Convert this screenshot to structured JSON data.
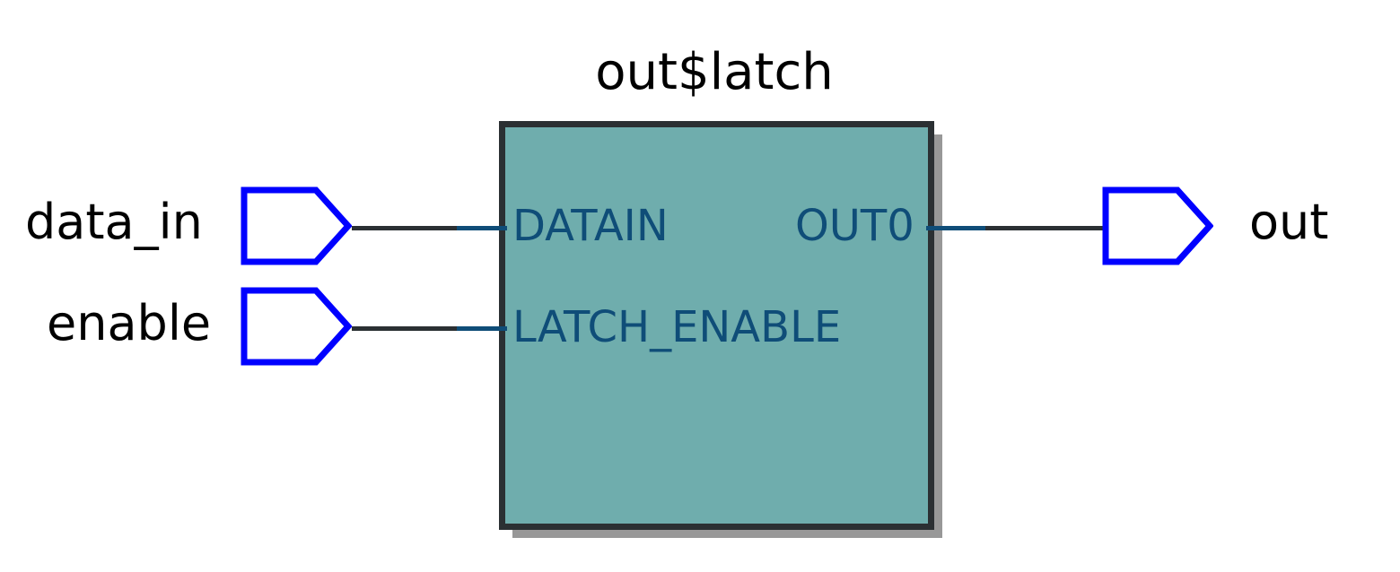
{
  "diagram": {
    "type": "rtl-schematic",
    "instance_name": "out$latch",
    "module_fill_color": "#6fadad",
    "module_border_color": "#2b3033",
    "module_shadow_color": "#989898",
    "pin_label_color": "#0f4d78",
    "port_symbol_color": "#0000ff",
    "wire_colors": [
      "#2b3033",
      "#0f4d78"
    ],
    "background_color": "#ffffff"
  },
  "ports": {
    "inputs": [
      {
        "name": "data_in",
        "connects_to": "DATAIN"
      },
      {
        "name": "enable",
        "connects_to": "LATCH_ENABLE"
      }
    ],
    "outputs": [
      {
        "name": "out",
        "connects_from": "OUT0"
      }
    ]
  },
  "block": {
    "title": "out$latch",
    "input_pins": [
      {
        "label": "DATAIN"
      },
      {
        "label": "LATCH_ENABLE"
      }
    ],
    "output_pins": [
      {
        "label": "OUT0"
      }
    ]
  },
  "labels": {
    "data_in": "data_in",
    "enable": "enable",
    "out": "out",
    "datain_pin": "DATAIN",
    "latch_enable_pin": "LATCH_ENABLE",
    "out0_pin": "OUT0"
  }
}
